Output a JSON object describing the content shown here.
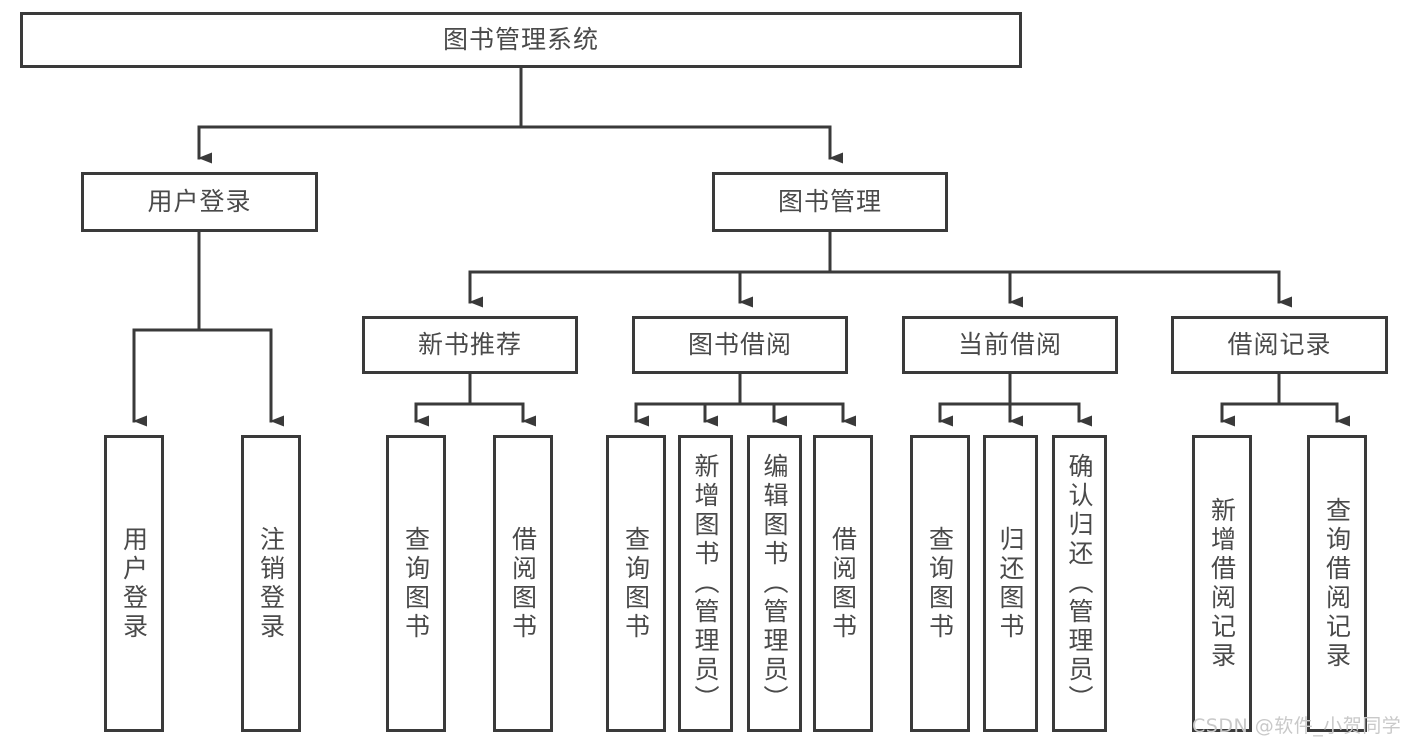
{
  "diagram": {
    "title": "图书管理系统",
    "type": "tree-hierarchy",
    "watermark": "CSDN @软件_小贺同学",
    "colors": {
      "box_border": "#3a3a3a",
      "box_fill": "#ffffff",
      "text": "#4a4a4a",
      "connector": "#3a3a3a",
      "watermark": "#c9c9c9"
    },
    "nodes": {
      "root": {
        "label": "图书管理系统",
        "level": 1
      },
      "user_login": {
        "label": "用户登录",
        "level": 2
      },
      "book_manage": {
        "label": "图书管理",
        "level": 2
      },
      "new_book_rec": {
        "label": "新书推荐",
        "level": 3
      },
      "book_borrow": {
        "label": "图书借阅",
        "level": 3
      },
      "current_borrow": {
        "label": "当前借阅",
        "level": 3
      },
      "borrow_record": {
        "label": "借阅记录",
        "level": 3
      },
      "leaf_user_login": {
        "label": "用户登录",
        "level": 3
      },
      "leaf_logout": {
        "label": "注销登录",
        "level": 3
      },
      "leaf_query_book_1": {
        "label": "查询图书",
        "level": 4
      },
      "leaf_borrow_book_1": {
        "label": "借阅图书",
        "level": 4
      },
      "leaf_query_book_2": {
        "label": "查询图书",
        "level": 4
      },
      "leaf_add_book": {
        "label": "新增图书（管理员）",
        "level": 4
      },
      "leaf_edit_book": {
        "label": "编辑图书（管理员）",
        "level": 4
      },
      "leaf_borrow_book_2": {
        "label": "借阅图书",
        "level": 4
      },
      "leaf_query_book_3": {
        "label": "查询图书",
        "level": 4
      },
      "leaf_return_book": {
        "label": "归还图书",
        "level": 4
      },
      "leaf_confirm_return": {
        "label": "确认归还（管理员）",
        "level": 4
      },
      "leaf_add_record": {
        "label": "新增借阅记录",
        "level": 4
      },
      "leaf_query_record": {
        "label": "查询借阅记录",
        "level": 4
      }
    },
    "edges": [
      {
        "from": "root",
        "to": "user_login"
      },
      {
        "from": "root",
        "to": "book_manage"
      },
      {
        "from": "user_login",
        "to": "leaf_user_login"
      },
      {
        "from": "user_login",
        "to": "leaf_logout"
      },
      {
        "from": "book_manage",
        "to": "new_book_rec"
      },
      {
        "from": "book_manage",
        "to": "book_borrow"
      },
      {
        "from": "book_manage",
        "to": "current_borrow"
      },
      {
        "from": "book_manage",
        "to": "borrow_record"
      },
      {
        "from": "new_book_rec",
        "to": "leaf_query_book_1"
      },
      {
        "from": "new_book_rec",
        "to": "leaf_borrow_book_1"
      },
      {
        "from": "book_borrow",
        "to": "leaf_query_book_2"
      },
      {
        "from": "book_borrow",
        "to": "leaf_add_book"
      },
      {
        "from": "book_borrow",
        "to": "leaf_edit_book"
      },
      {
        "from": "book_borrow",
        "to": "leaf_borrow_book_2"
      },
      {
        "from": "current_borrow",
        "to": "leaf_query_book_3"
      },
      {
        "from": "current_borrow",
        "to": "leaf_return_book"
      },
      {
        "from": "current_borrow",
        "to": "leaf_confirm_return"
      },
      {
        "from": "borrow_record",
        "to": "leaf_add_record"
      },
      {
        "from": "borrow_record",
        "to": "leaf_query_record"
      }
    ]
  }
}
